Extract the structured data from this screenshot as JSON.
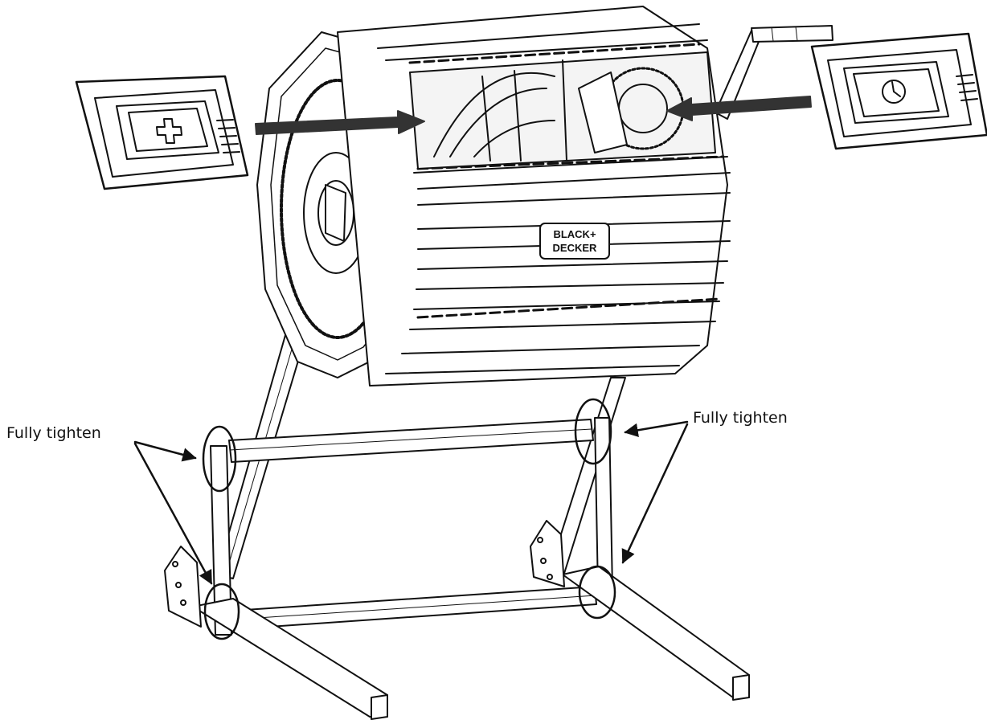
{
  "callouts": {
    "left_label": "Fully tighten",
    "right_label": "Fully tighten"
  },
  "brand_logo": {
    "line1": "BLACK+",
    "line2": "DECKER"
  },
  "icons": {
    "left_door": "plus-icon",
    "right_door": "clock-icon"
  },
  "colors": {
    "line": "#111111",
    "arrow": "#333333",
    "background": "#ffffff"
  }
}
